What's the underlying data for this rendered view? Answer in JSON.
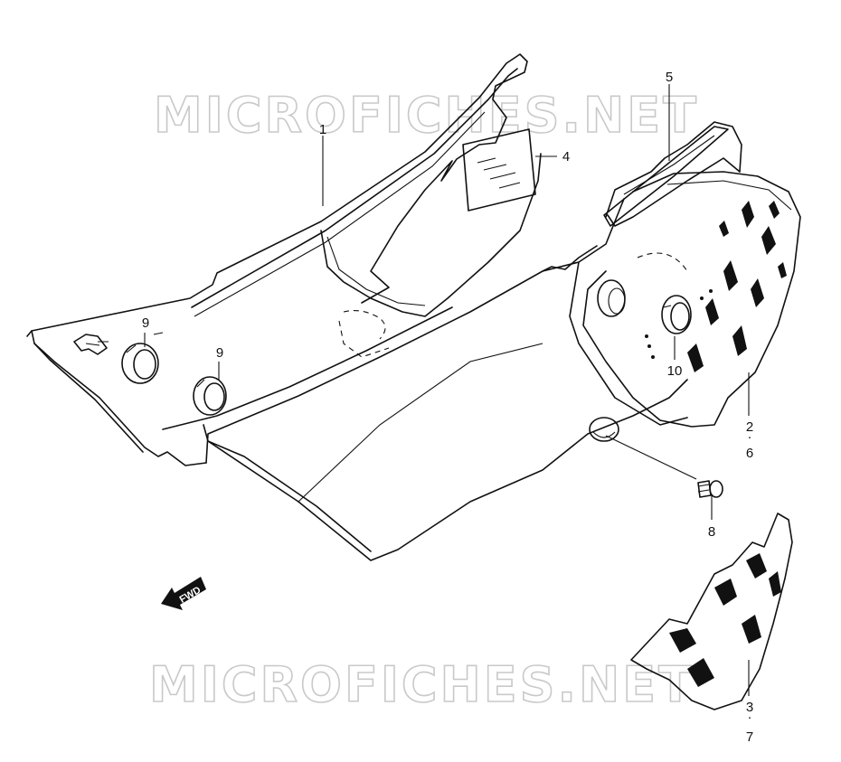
{
  "watermark": {
    "text": "MICROFICHES.NET",
    "color": "#c9c9c9"
  },
  "callouts": {
    "c1": "1",
    "c2": "2",
    "c3": "3",
    "c4": "4",
    "c5": "5",
    "c6": "6",
    "c7": "7",
    "c8": "8",
    "c9a": "9",
    "c9b": "9",
    "c10": "10",
    "sep_2_6": "·",
    "sep_3_7": "·"
  },
  "fwd_arrow": {
    "label": "FWD"
  },
  "colors": {
    "line": "#111111",
    "background": "#ffffff"
  }
}
